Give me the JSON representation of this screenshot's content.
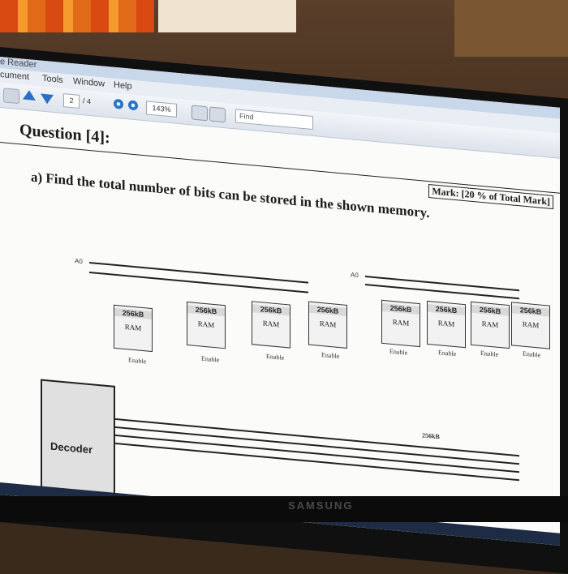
{
  "app": {
    "title": "e Reader"
  },
  "menu": [
    "cument",
    "Tools",
    "Window",
    "Help"
  ],
  "toolbar": {
    "page_current": "2",
    "page_total": "/ 4",
    "zoom": "143%",
    "find_placeholder": "Find"
  },
  "document": {
    "question_title": "Question [4]:",
    "mark": "Mark: [20 % of Total Mark]",
    "question_a": "a) Find the total number of bits can be stored in the shown memory."
  },
  "diagram": {
    "chip_size": "256kB",
    "chip_type": "RAM",
    "enable_label": "Enable",
    "address_label": "A0",
    "decoder_label": "Decoder",
    "bus_label": "256kB",
    "chip_count": 8
  },
  "brand": "SAMSUNG",
  "colors": {
    "toolbar": "#dde3ec",
    "taskbar": "#1d2c44",
    "curtain": "#d84a12"
  }
}
